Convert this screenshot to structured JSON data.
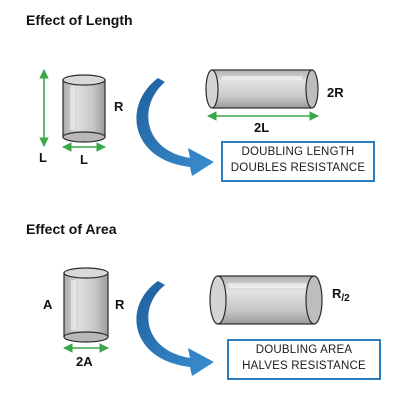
{
  "length_section": {
    "title": "Effect of Length",
    "small_height_label": "L",
    "small_width_label": "L",
    "small_resistance_label": "R",
    "large_length_label": "2L",
    "large_resistance_label": "2R",
    "caption_line1": "DOUBLING LENGTH",
    "caption_line2": "DOUBLES RESISTANCE"
  },
  "area_section": {
    "title": "Effect of Area",
    "small_area_label": "A",
    "small_width_label": "2A",
    "small_resistance_label": "R",
    "large_resistance_main": "R",
    "large_resistance_sub": "/2",
    "caption_line1": "DOUBLING AREA",
    "caption_line2": "HALVES RESISTANCE"
  },
  "colors": {
    "cylinder_fill": "#cfcfcf",
    "cylinder_stroke": "#2b2b2b",
    "arrow_blue": "#2f7fc1",
    "dimension_green": "#3aa84a",
    "caption_border": "#2b7fc0"
  }
}
